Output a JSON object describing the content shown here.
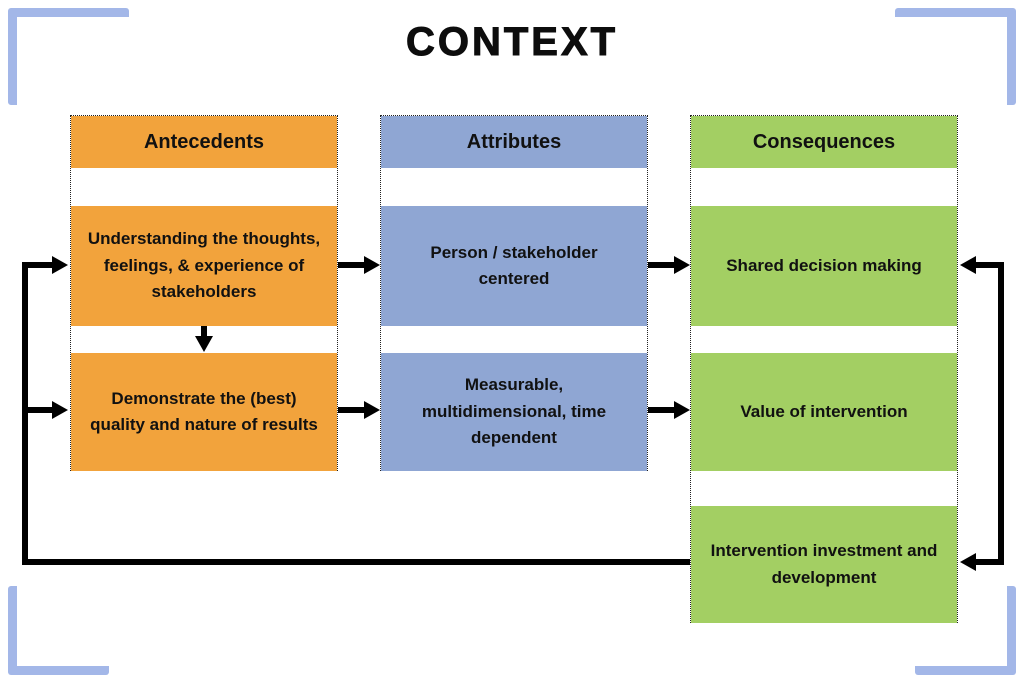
{
  "title": "CONTEXT",
  "colors": {
    "orange": "#F2A33C",
    "blue": "#8FA6D3",
    "green": "#A3CF63",
    "bracket": "#A3B7E8",
    "arrow": "#000000"
  },
  "columns": [
    {
      "header": "Antecedents",
      "boxes": [
        "Understanding the thoughts, feelings, & experience of stakeholders",
        "Demonstrate the (best) quality and nature of results"
      ]
    },
    {
      "header": "Attributes",
      "boxes": [
        "Person / stakeholder centered",
        "Measurable, multidimensional, time dependent"
      ]
    },
    {
      "header": "Consequences",
      "boxes": [
        "Shared decision making",
        "Value of intervention",
        "Intervention investment and development"
      ]
    }
  ]
}
